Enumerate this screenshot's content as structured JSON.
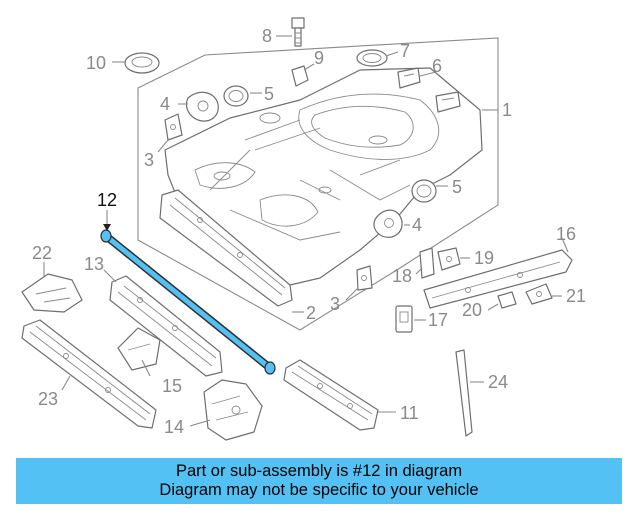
{
  "callouts": {
    "c1": "1",
    "c2": "2",
    "c3a": "3",
    "c3b": "3",
    "c4a": "4",
    "c4b": "4",
    "c5a": "5",
    "c5b": "5",
    "c6": "6",
    "c7": "7",
    "c8": "8",
    "c9": "9",
    "c10": "10",
    "c11": "11",
    "c12": "12",
    "c13": "13",
    "c14": "14",
    "c15": "15",
    "c16": "16",
    "c17": "17",
    "c18": "18",
    "c19": "19",
    "c20": "20",
    "c21": "21",
    "c22": "22",
    "c23": "23",
    "c24": "24"
  },
  "highlight": {
    "part_number": "12",
    "color": "#53c1f3"
  },
  "caption": {
    "line1": "Part or sub-assembly is #12 in diagram",
    "line2": "Diagram may not be specific to your vehicle"
  }
}
